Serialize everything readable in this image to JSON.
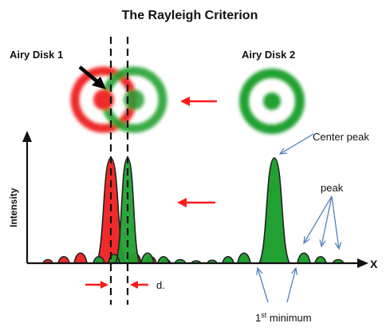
{
  "title": "The Rayleigh Criterion",
  "labels": {
    "disk1": "Airy Disk 1",
    "disk2": "Airy Disk 2",
    "center_peak": "Center peak",
    "peak": "peak",
    "first_minimum_number": "1",
    "first_minimum_superscript": "st",
    "first_minimum_word": " minimum",
    "d": "d.",
    "y_axis": "Intensity",
    "x_axis": "X"
  },
  "colors": {
    "red": "#ee2a2a",
    "green": "#21a132",
    "arrow_red": "#ff1a1a",
    "callout_blue": "#4f81bd",
    "axis": "#111111"
  }
}
